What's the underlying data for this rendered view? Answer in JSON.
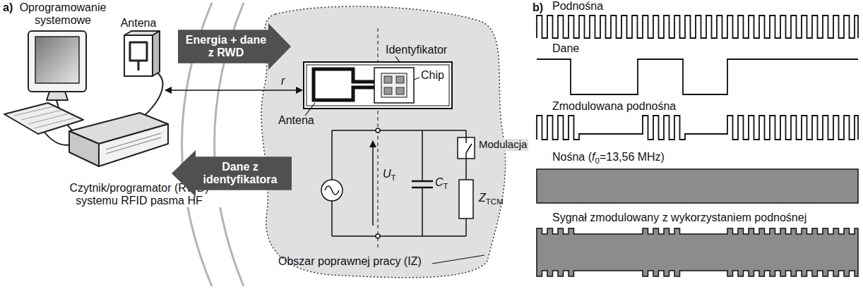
{
  "diagram": {
    "nodes": [
      {
        "text": [
          "Energia + dane z RWD"
        ]
      },
      {
        "text": [
          "Dane z identyfikatora"
        ]
      }
    ],
    "labels": [
      "a)",
      "Oprogramowanie systemowe",
      "Antena",
      "Czytnik/programator (RWD) systemu RFID pasma HF",
      "r",
      "Identyfikator",
      "Chip",
      "Antena",
      "Modulacja",
      "UT",
      "CT",
      "ZTCM",
      "Obszar poprawnej pracy (IZ)",
      "b)",
      "Podnośna",
      "Dane",
      "Zmodulowana podnośna",
      "Nośna (f0=13,56 MHz)",
      "Sygnał zmodulowany z wykorzystaniem podnośnej"
    ]
  }
}
